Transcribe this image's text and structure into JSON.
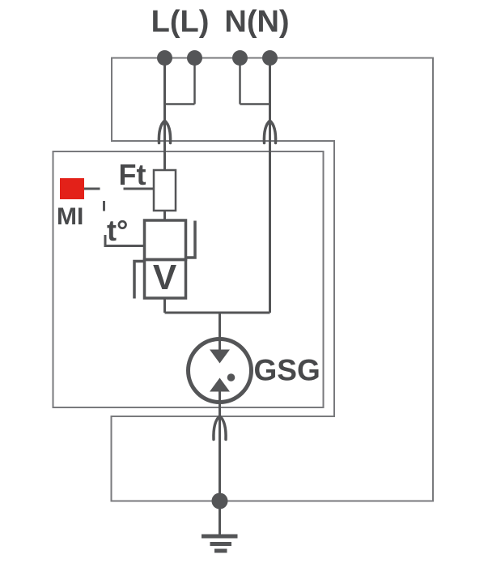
{
  "diagram": {
    "type": "circuit-schematic",
    "description": "Surge protective device internal wiring diagram",
    "labels": {
      "terminal_left": "L(L)",
      "terminal_right": "N(N)",
      "thermal_fuse": "Ft",
      "monitoring_indicator": "MI",
      "thermal_disconnect": "t°",
      "varistor": "V",
      "gas_discharge_tube": "GSG"
    },
    "colors": {
      "wire": "#545557",
      "frame": "#797a7d",
      "text": "#48494b",
      "indicator_red": "#e32119",
      "background": "#ffffff"
    }
  }
}
